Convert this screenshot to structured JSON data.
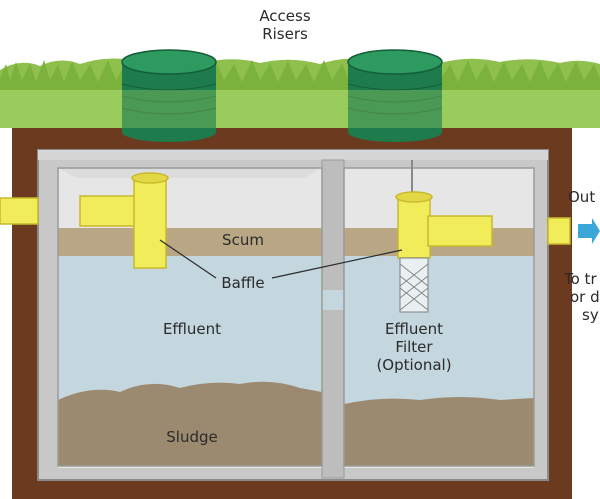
{
  "labels": {
    "access_risers_line1": "Access",
    "access_risers_line2": "Risers",
    "scum": "Scum",
    "baffle": "Baffle",
    "effluent": "Effluent",
    "sludge": "Sludge",
    "filter_line1": "Effluent",
    "filter_line2": "Filter",
    "filter_line3": "(Optional)",
    "outlet": "Out",
    "to_line1": "To tr",
    "to_line2": "or d",
    "to_line3": "sy"
  },
  "colors": {
    "soil": "#6b3a1f",
    "grass": "#8fc04e",
    "concrete": "#c9c9c9",
    "water": "#c4d6de",
    "scum": "#b9a684",
    "sludge": "#9c8a70",
    "pipe": "#f1ec5a",
    "riser": "#1e7b4c",
    "arrow": "#3aa7d8"
  }
}
